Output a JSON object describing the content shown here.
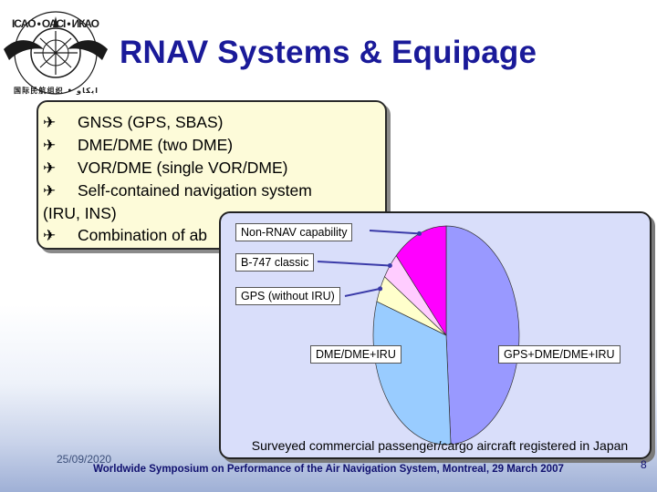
{
  "slide": {
    "title": "RNAV Systems & Equipage",
    "logo_text": {
      "top": "ICAO • OACI • ИКАО",
      "bottom": "国际民航组织 • ايكاو"
    },
    "bullet_marker": "✈",
    "bullets": [
      "GNSS (GPS, SBAS)",
      "DME/DME (two DME)",
      "VOR/DME (single VOR/DME)",
      "Self-contained navigation system"
    ],
    "bullet_continuation": "(IRU, INS)",
    "last_bullet": "Combination of ab",
    "footer_date": "25/09/2020",
    "footer_text": "Worldwide Symposium on Performance of the Air Navigation System, Montreal, 29 March 2007",
    "page_number": "8"
  },
  "chart_data": {
    "type": "pie",
    "categories": [
      "GPS+DME/DME+IRU",
      "DME/DME+IRU",
      "GPS (without IRU)",
      "B-747 classic",
      "Non-RNAV capability"
    ],
    "values": [
      49,
      31,
      4,
      4,
      12
    ],
    "colors": [
      "#9999ff",
      "#99ccff",
      "#ffffcc",
      "#ffccff",
      "#ff00ff"
    ],
    "legend": "callout-labels",
    "caption": "Surveyed commercial passenger/cargo aircraft registered in Japan"
  }
}
